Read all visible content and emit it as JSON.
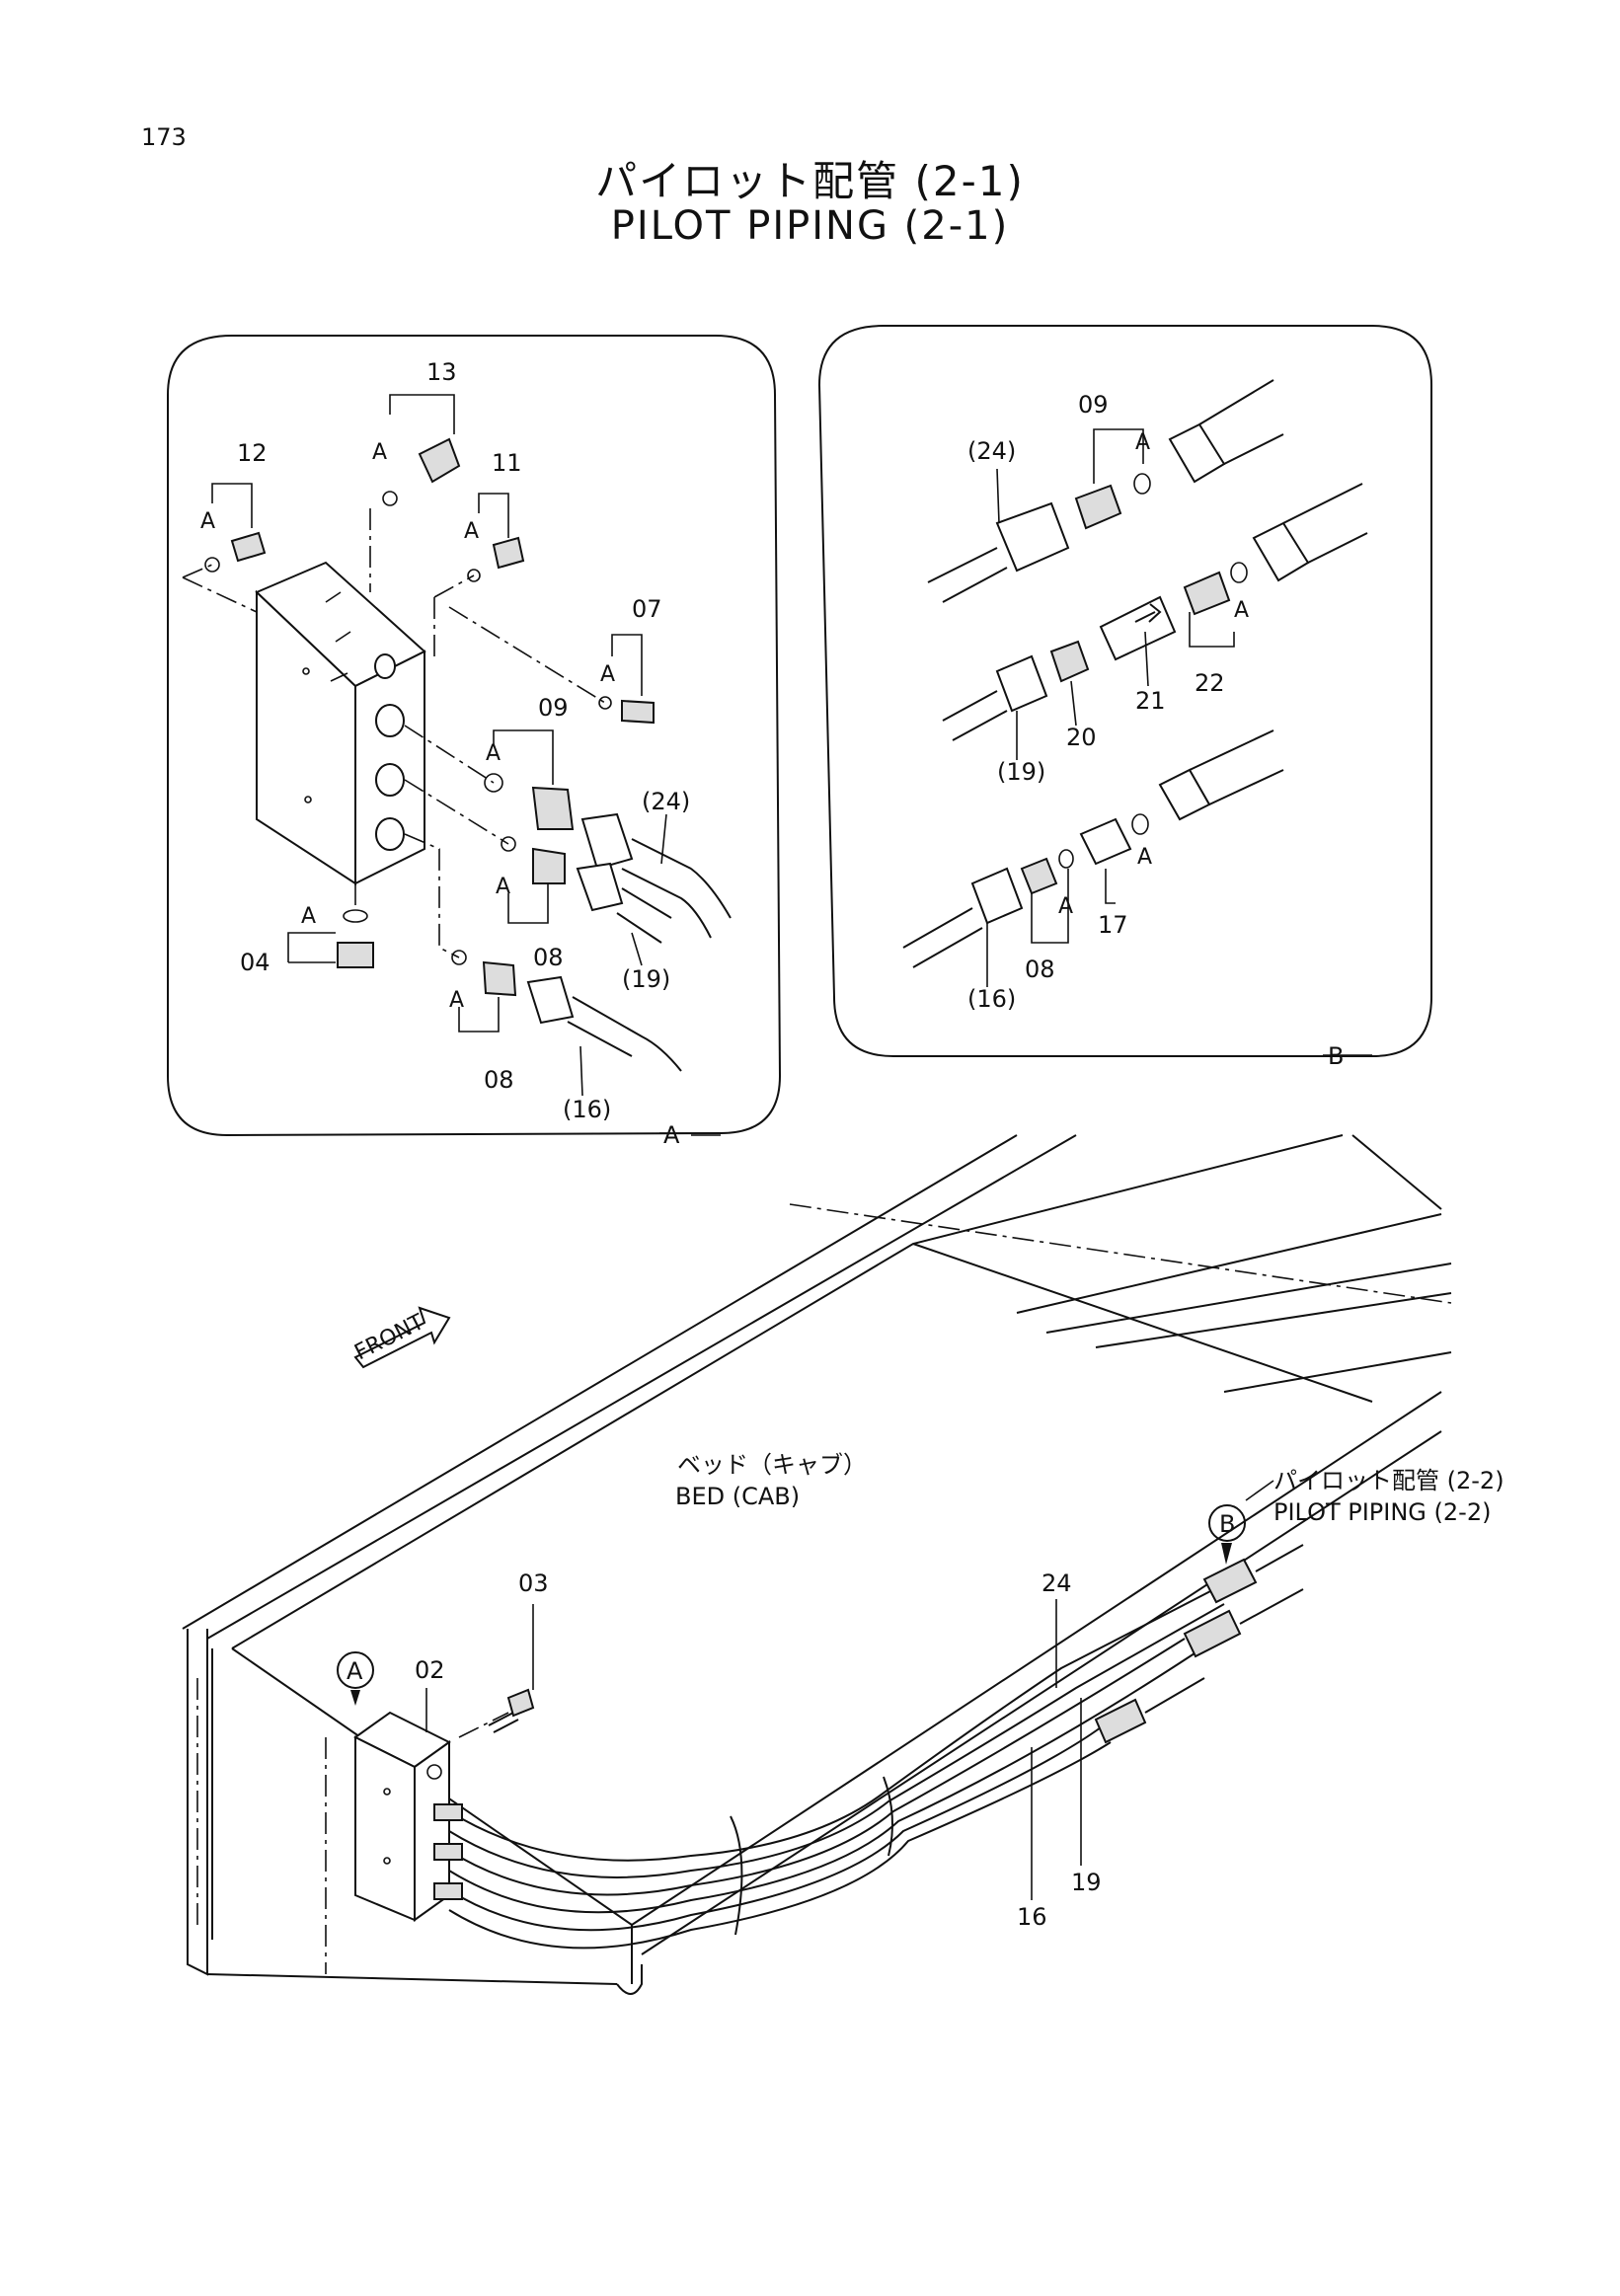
{
  "page_number": "173",
  "title": {
    "ja": "パイロット配管 (2-1)",
    "en": "PILOT PIPING (2-1)"
  },
  "detail_a": {
    "callout": "A",
    "part_labels": [
      "13",
      "12",
      "11",
      "07",
      "09",
      "(24)",
      "(19)",
      "08",
      "08",
      "(16)",
      "04"
    ],
    "oring_marks": [
      "A",
      "A",
      "A",
      "A",
      "A",
      "A",
      "A",
      "A"
    ]
  },
  "detail_b": {
    "callout": "B",
    "part_labels": [
      "09",
      "(24)",
      "21",
      "22",
      "20",
      "(19)",
      "17",
      "08",
      "(16)"
    ],
    "oring_marks": [
      "A",
      "A",
      "A",
      "A"
    ]
  },
  "main_view": {
    "front_arrow": "FRONT",
    "bed_label_ja": "ベッド（キャブ）",
    "bed_label_en": "BED (CAB)",
    "continuation_ja": "パイロット配管 (2-2)",
    "continuation_en": "PILOT PIPING (2-2)",
    "callout_a": "A",
    "callout_b": "B",
    "part_labels": [
      "03",
      "02",
      "24",
      "19",
      "16"
    ]
  }
}
